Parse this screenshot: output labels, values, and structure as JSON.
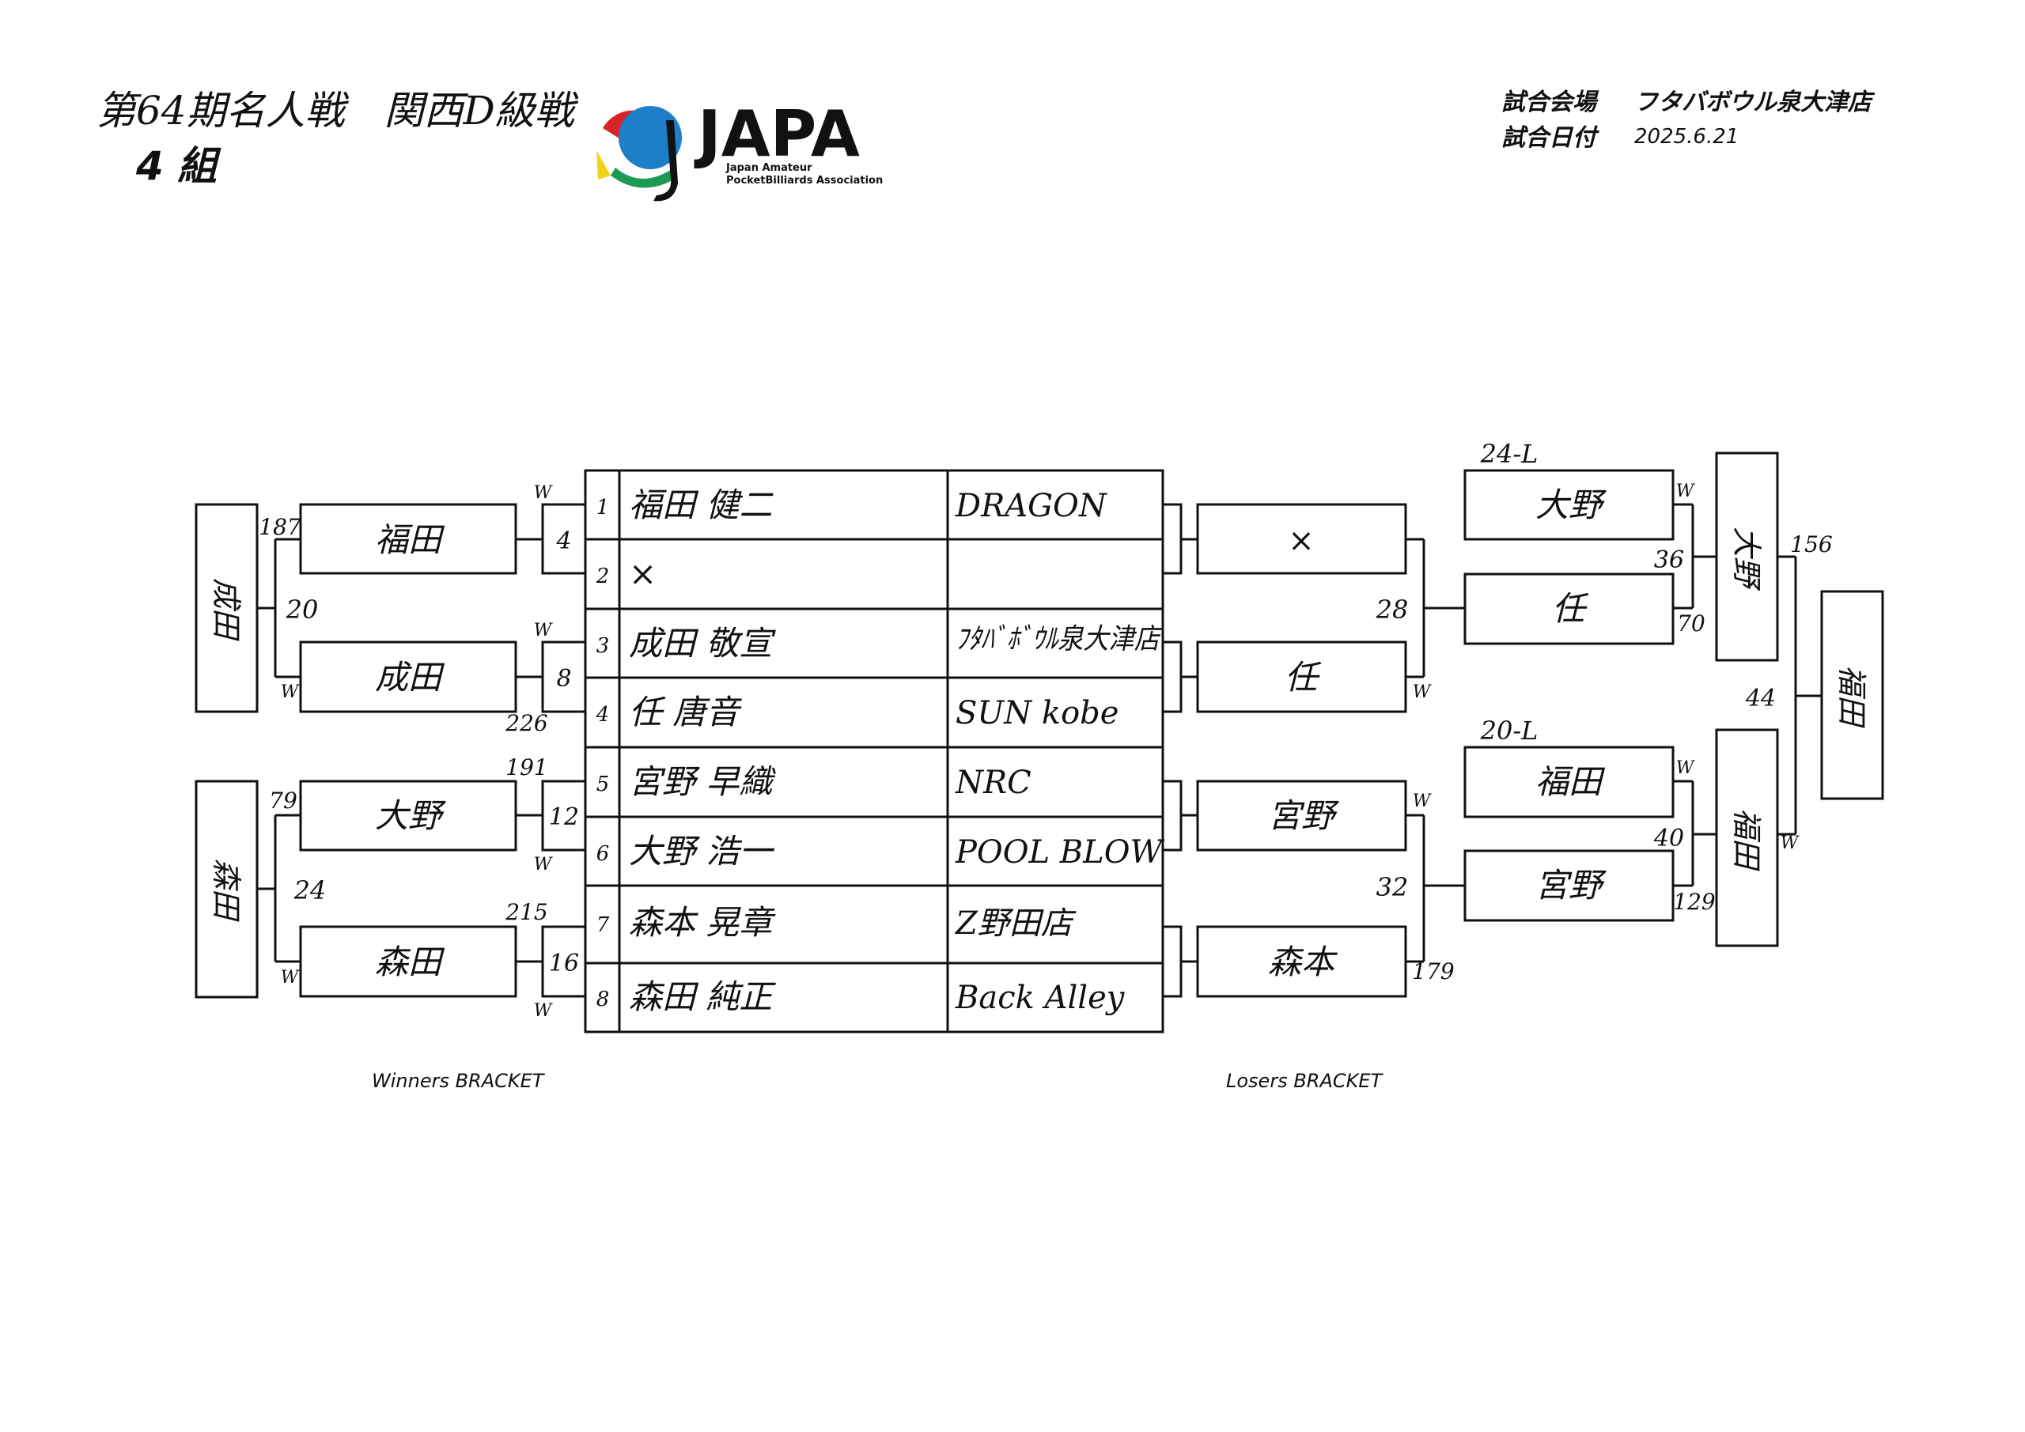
{
  "header": {
    "title": "第64期名人戦　関西D級戦",
    "group": "4 組",
    "venue_label": "試合会場",
    "venue": "フタバボウル泉大津店",
    "date_label": "試合日付",
    "date": "2025.6.21"
  },
  "logo": {
    "wordmark": "JAPA",
    "sub1": "Japan Amateur",
    "sub2": "PocketBilliards Association",
    "colors": [
      "#d8232a",
      "#1e7fc9",
      "#f2d21b",
      "#1b9a54"
    ]
  },
  "entries": [
    {
      "num": "1",
      "name": "福田 健二",
      "team": "DRAGON"
    },
    {
      "num": "2",
      "name": "×",
      "team": ""
    },
    {
      "num": "3",
      "name": "成田 敬宣",
      "team": "ﾌﾀﾊﾞﾎﾞｳﾙ泉大津店"
    },
    {
      "num": "4",
      "name": "任 唐音",
      "team": "SUN kobe"
    },
    {
      "num": "5",
      "name": "宮野 早織",
      "team": "NRC"
    },
    {
      "num": "6",
      "name": "大野 浩一",
      "team": "POOL BLOW"
    },
    {
      "num": "7",
      "name": "森本 晃章",
      "team": "Z野田店"
    },
    {
      "num": "8",
      "name": "森田 純正",
      "team": "Back Alley"
    }
  ],
  "winners": {
    "label": "Winners BRACKET",
    "r1": [
      {
        "winner": "福田",
        "match": "4",
        "left_num": "187",
        "mark": "W"
      },
      {
        "winner": "成田",
        "match": "8",
        "num": "226",
        "mark": "W"
      },
      {
        "winner": "大野",
        "match": "12",
        "left_num": "79",
        "num": "191",
        "mark": "W"
      },
      {
        "winner": "森田",
        "match": "16",
        "num": "215",
        "mark": "W"
      }
    ],
    "r2": [
      {
        "winner": "成田",
        "match": "20",
        "mark": "W"
      },
      {
        "winner": "森田",
        "match": "24",
        "mark": "W"
      }
    ]
  },
  "losers": {
    "label": "Losers BRACKET",
    "r1": [
      {
        "winner": "×"
      },
      {
        "winner": "任",
        "mark": "W"
      },
      {
        "winner": "宮野",
        "mark": "W"
      },
      {
        "winner": "森本"
      }
    ],
    "r1_matches": [
      "28",
      "32",
      "179"
    ],
    "r2": [
      {
        "drop": "24-L",
        "top": "大野",
        "bottom": "任",
        "match": "36",
        "num": "70",
        "mark": "W"
      },
      {
        "drop": "20-L",
        "top": "福田",
        "bottom": "宮野",
        "match": "40",
        "num": "129",
        "mark": "W"
      }
    ],
    "r3": [
      {
        "winner": "大野"
      },
      {
        "winner": "福田",
        "mark": "W"
      }
    ],
    "r3_match": "44",
    "r3_num": "156",
    "final": "福田"
  }
}
